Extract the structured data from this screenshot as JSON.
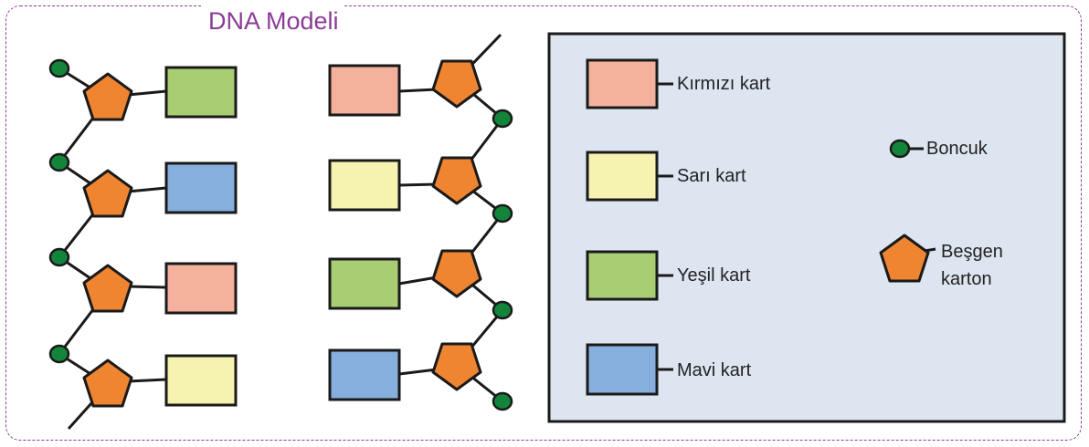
{
  "title": "DNA Modeli",
  "colors": {
    "border": "#8a3c95",
    "title": "#8a3c95",
    "red_card": "#f4b29c",
    "yellow_card": "#f6f2b0",
    "green_card": "#a8cd72",
    "blue_card": "#86afde",
    "pentagon": "#ef8431",
    "bead": "#12853a",
    "legend_bg": "#dde5f1",
    "outline": "#1a1a1a"
  },
  "left_strand": [
    "green",
    "blue",
    "red",
    "yellow"
  ],
  "right_strand": [
    "red",
    "yellow",
    "green",
    "blue"
  ],
  "legend": {
    "red_card": "Kırmızı kart",
    "yellow_card": "Sarı kart",
    "green_card": "Yeşil kart",
    "blue_card": "Mavi kart",
    "bead": "Boncuk",
    "pentagon_line1": "Beşgen",
    "pentagon_line2": "karton"
  }
}
